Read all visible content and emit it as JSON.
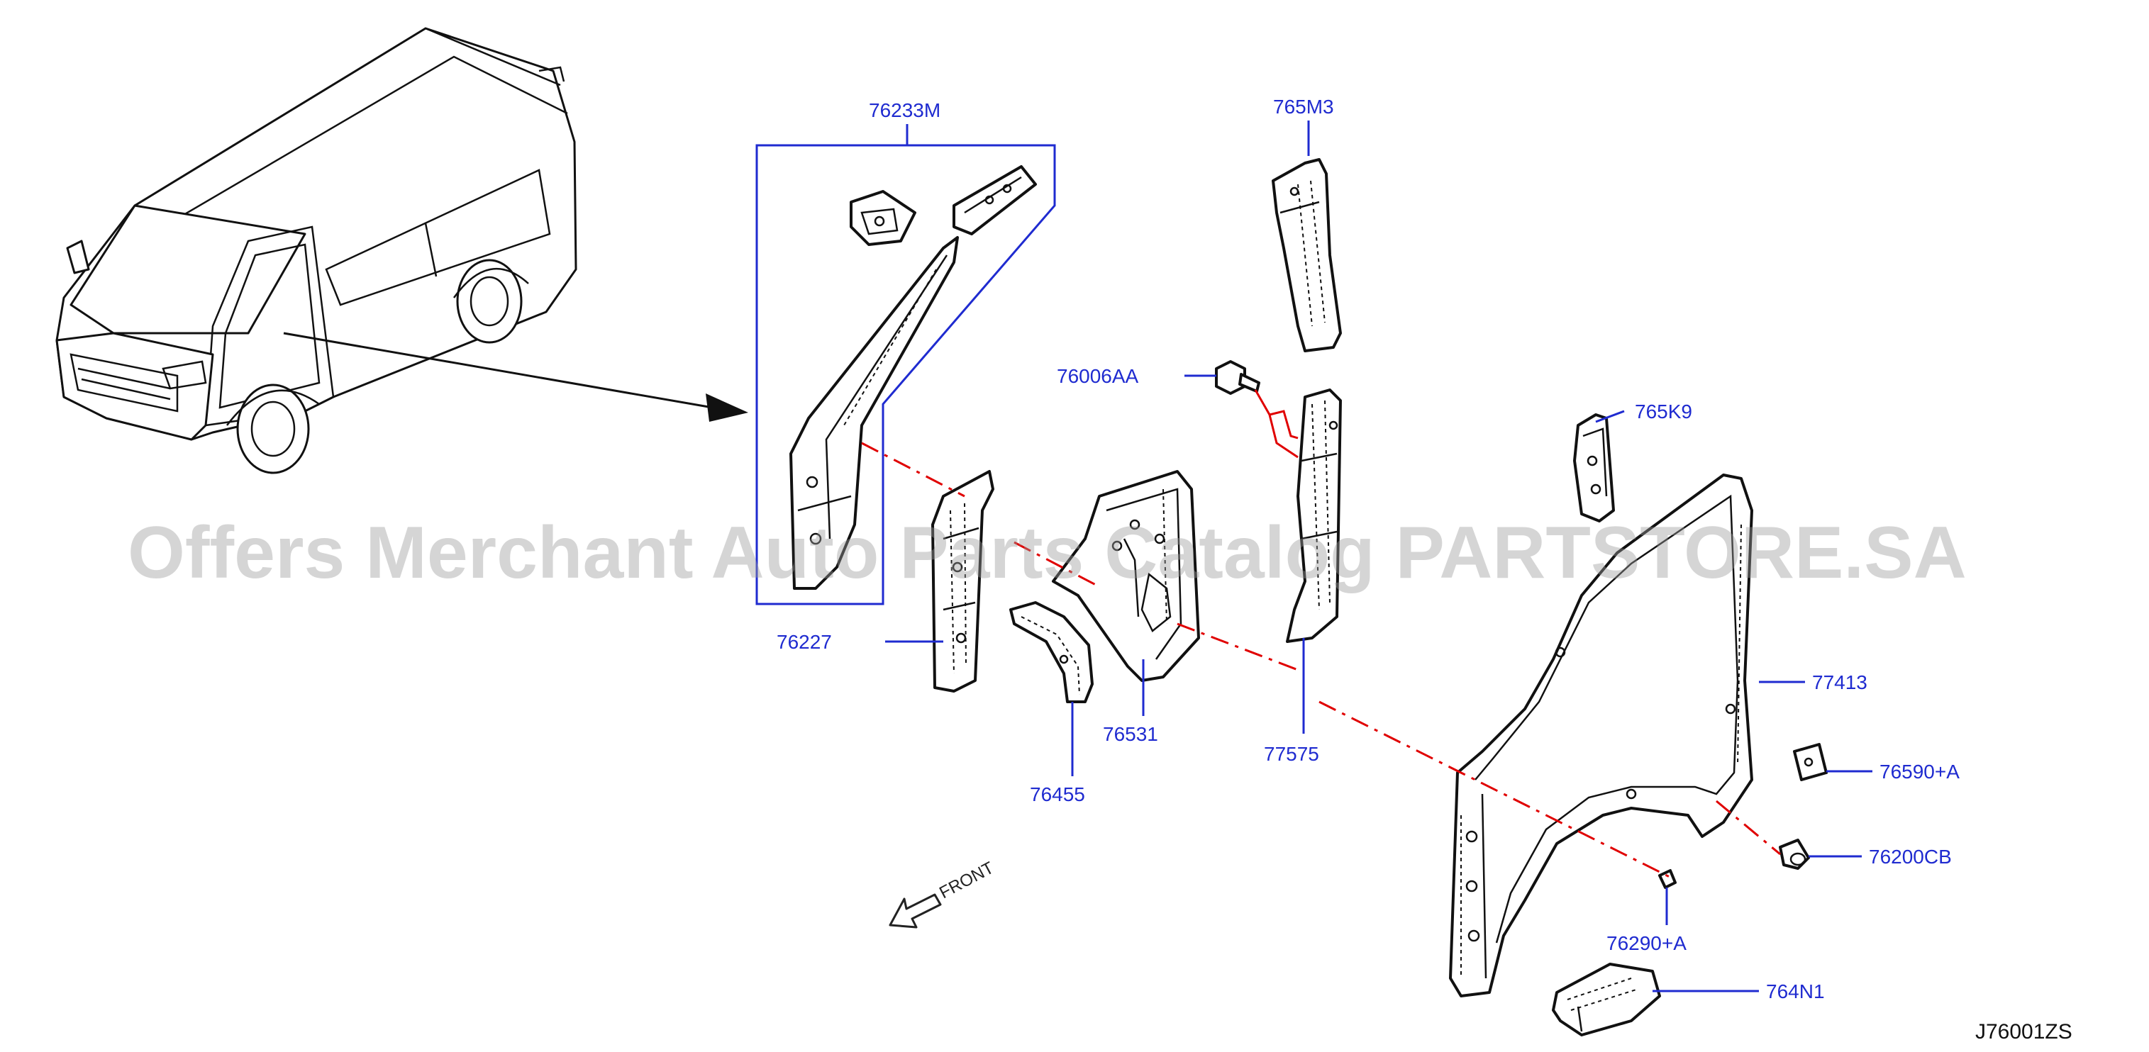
{
  "watermark": "Offers Merchant Auto Parts Catalog PARTSTORE.SA",
  "diagram_code": "J76001ZS",
  "front_label": "FRONT",
  "part_labels": {
    "p76233M": "76233M",
    "p765M3": "765M3",
    "p76006AA": "76006AA",
    "p765K9": "765K9",
    "p76227": "76227",
    "p76531": "76531",
    "p77575": "77575",
    "p77413": "77413",
    "p76455": "76455",
    "p76590A": "76590+A",
    "p76200CB": "76200CB",
    "p76290A": "76290+A",
    "p764N1": "764N1"
  }
}
